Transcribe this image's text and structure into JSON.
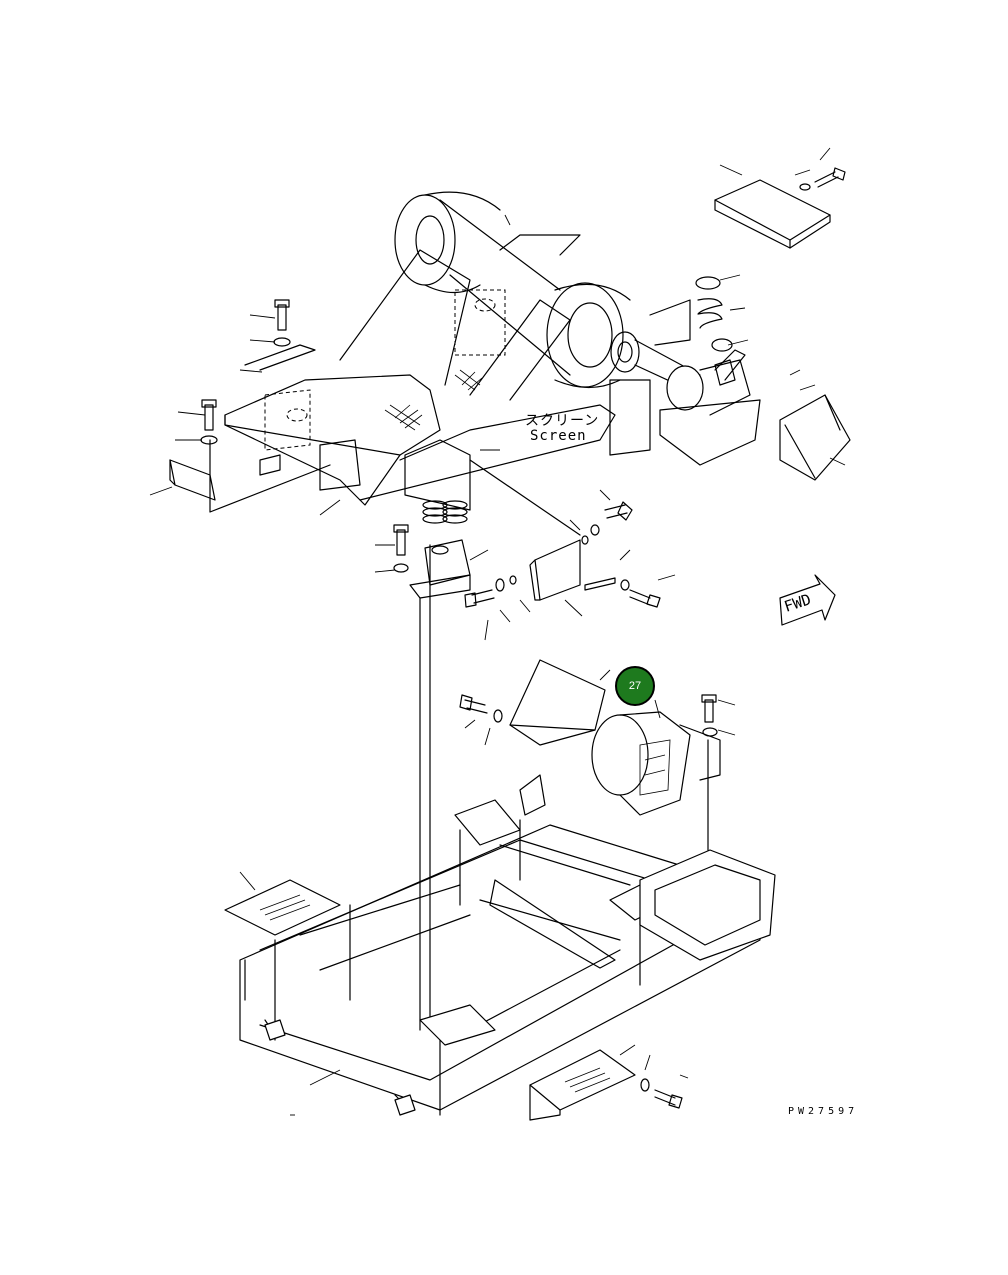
{
  "labels": {
    "screen_jp": "スクリーン",
    "screen_en": "Screen",
    "forward": "FWD",
    "drawing_number": "PW27597"
  },
  "callout": {
    "number": "27",
    "color": "#1e7a1e"
  },
  "colors": {
    "line": "#000000",
    "background": "#ffffff"
  }
}
